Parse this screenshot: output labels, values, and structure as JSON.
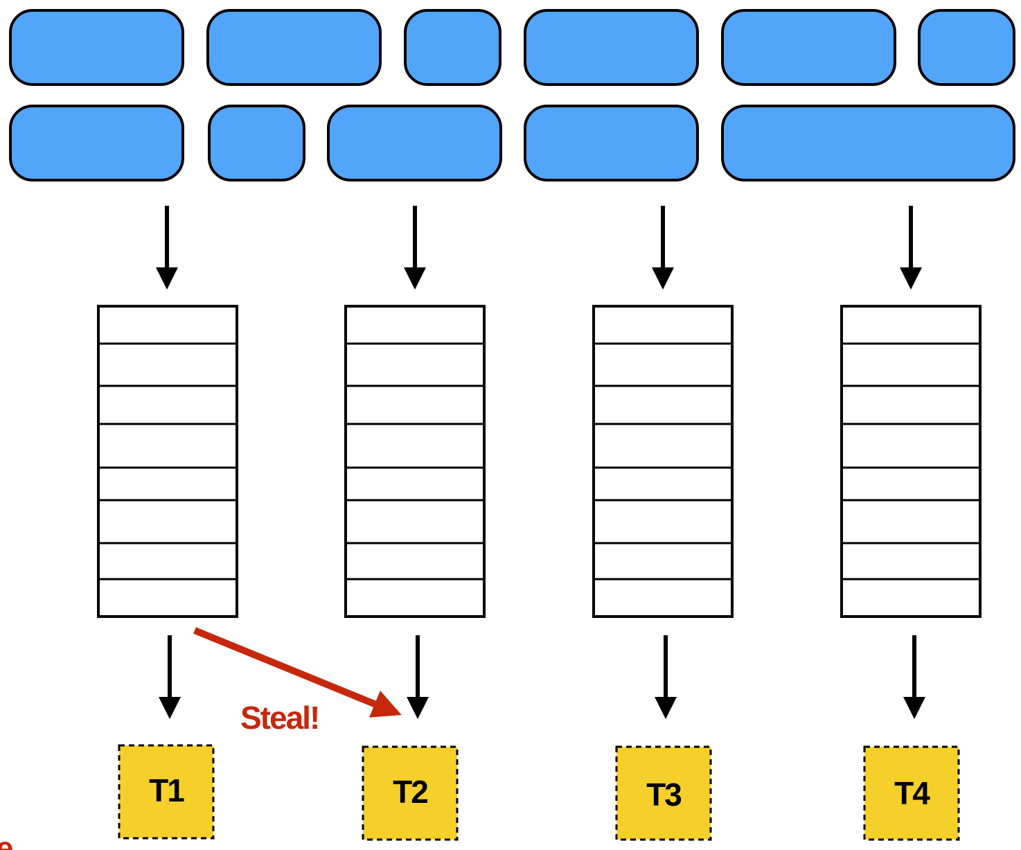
{
  "colors": {
    "task_block": "#53a5fa",
    "thread_box": "#f5d02a",
    "steal_accent": "#c6280c"
  },
  "task_rows": [
    {
      "row": 1,
      "block_count": 6
    },
    {
      "row": 2,
      "block_count": 5
    }
  ],
  "queues": {
    "count": 4,
    "slots_per_queue": 8
  },
  "threads": [
    {
      "id": "t1",
      "label": "T1"
    },
    {
      "id": "t2",
      "label": "T2"
    },
    {
      "id": "t3",
      "label": "T3"
    },
    {
      "id": "t4",
      "label": "T4"
    }
  ],
  "steal": {
    "label": "Steal!"
  },
  "cut_off_text": "e"
}
